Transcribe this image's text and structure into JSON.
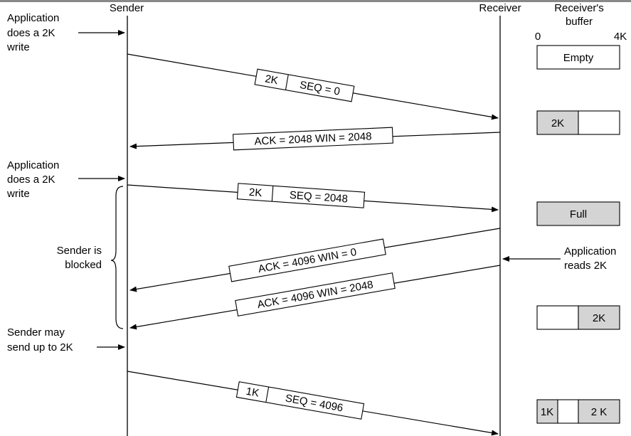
{
  "headers": {
    "sender": "Sender",
    "receiver": "Receiver",
    "buffer_line1": "Receiver's",
    "buffer_line2": "buffer",
    "scale_min": "0",
    "scale_max": "4K"
  },
  "annotations": {
    "app_write_1": [
      "Application",
      "does a 2K",
      "write"
    ],
    "app_write_2": [
      "Application",
      "does a 2K",
      "write"
    ],
    "sender_blocked": [
      "Sender is",
      "blocked"
    ],
    "sender_may_send": [
      "Sender may",
      "send up to 2K"
    ],
    "app_reads": [
      "Application",
      "reads 2K"
    ]
  },
  "messages": [
    {
      "size": "2K",
      "label": "SEQ = 0"
    },
    {
      "label": "ACK = 2048 WIN = 2048"
    },
    {
      "size": "2K",
      "label": "SEQ = 2048"
    },
    {
      "label": "ACK = 4096 WIN = 0"
    },
    {
      "label": "ACK = 4096 WIN = 2048"
    },
    {
      "size": "1K",
      "label": "SEQ = 4096"
    }
  ],
  "buffers": [
    {
      "full_text": "Empty"
    },
    {
      "left": "2K",
      "right": ""
    },
    {
      "full_text": "Full"
    },
    {
      "left": "",
      "right": "2K"
    },
    {
      "a": "1K",
      "b": "",
      "c": "2 K"
    }
  ],
  "colors": {
    "filled": "#d4d4d4",
    "line": "#000000"
  }
}
